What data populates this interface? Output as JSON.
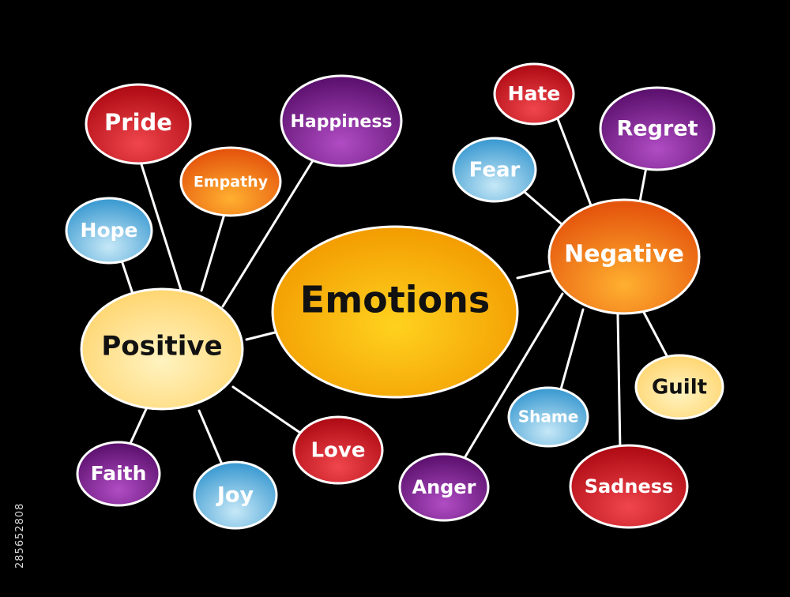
{
  "diagram": {
    "center": {
      "label": "Emotions"
    },
    "branches": [
      {
        "label": "Positive",
        "children": [
          "Pride",
          "Happiness",
          "Empathy",
          "Hope",
          "Faith",
          "Joy",
          "Love"
        ]
      },
      {
        "label": "Negative",
        "children": [
          "Hate",
          "Regret",
          "Fear",
          "Guilt",
          "Shame",
          "Anger",
          "Sadness"
        ]
      }
    ]
  },
  "watermark": {
    "stock_id": "285652808"
  },
  "colors": {
    "background": "#000000",
    "center": "#f7a600",
    "positive": "#ffe08a",
    "negative": "#f26a14",
    "red": "#d4141e",
    "purple": "#7a1e8c",
    "orange": "#f26a14",
    "blue": "#4aa6d6",
    "yellow": "#ffe08a",
    "outline": "#ffffff",
    "text_light": "#ffffff",
    "text_dark": "#111111"
  }
}
